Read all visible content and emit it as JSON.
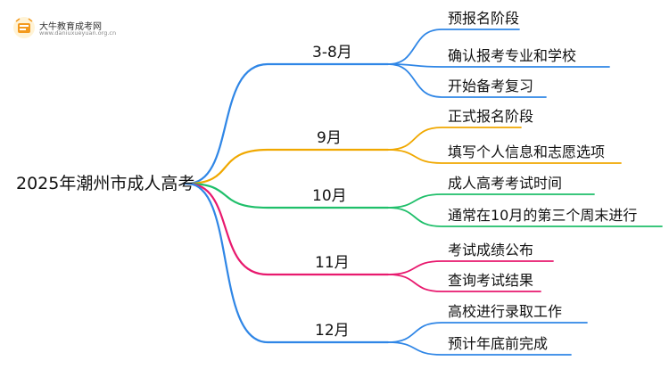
{
  "logo": {
    "name": "大牛教育成考网",
    "site": "www.daniuxueyuan.org.cn"
  },
  "root": {
    "label": "2025年潮州市成人高考"
  },
  "branches": [
    {
      "label": "3-8月",
      "color": "#2f86e6",
      "leaves": [
        "预报名阶段",
        "确认报考专业和学校",
        "开始备考复习"
      ]
    },
    {
      "label": "9月",
      "color": "#f0a800",
      "leaves": [
        "正式报名阶段",
        "填写个人信息和志愿选项"
      ]
    },
    {
      "label": "10月",
      "color": "#1fbf6a",
      "leaves": [
        "成人高考考试时间",
        "通常在10月的第三个周末进行"
      ]
    },
    {
      "label": "11月",
      "color": "#e8196e",
      "leaves": [
        "考试成绩公布",
        "查询考试结果"
      ]
    },
    {
      "label": "12月",
      "color": "#2f86e6",
      "leaves": [
        "高校进行录取工作",
        "预计年底前完成"
      ]
    }
  ]
}
